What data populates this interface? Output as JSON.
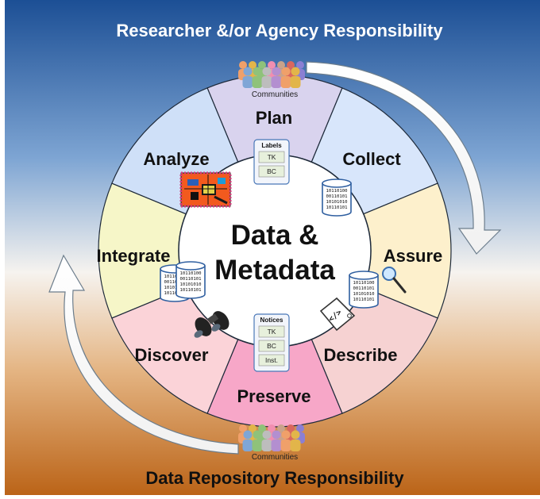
{
  "header": {
    "title": "Researcher &/or Agency Responsibility"
  },
  "footer": {
    "title": "Data Repository Responsibility"
  },
  "center": {
    "line1": "Data &",
    "line2": "Metadata"
  },
  "stages": [
    {
      "label": "Plan",
      "color": "#d9d3ee"
    },
    {
      "label": "Collect",
      "color": "#d8e6fb"
    },
    {
      "label": "Assure",
      "color": "#fdf0cc"
    },
    {
      "label": "Describe",
      "color": "#f6d2d2"
    },
    {
      "label": "Preserve",
      "color": "#f7a7c8"
    },
    {
      "label": "Discover",
      "color": "#fbd3d8"
    },
    {
      "label": "Integrate",
      "color": "#f6f6c8"
    },
    {
      "label": "Analyze",
      "color": "#cfe0f8"
    }
  ],
  "communities_top": "Communities",
  "communities_bottom": "Communities",
  "labels_tag": {
    "header": "Labels",
    "items": [
      "TK",
      "BC"
    ]
  },
  "notices_tag": {
    "header": "Notices",
    "items": [
      "TK",
      "BC",
      "Inst."
    ]
  },
  "binary_rows": [
    "10110100",
    "00110101",
    "10101010",
    "10110101"
  ],
  "describe_tag_text": "</>",
  "colors": {
    "background_top": "#1f5a9f",
    "background_mid": "#f4f2ef",
    "background_bottom": "#c06a1a",
    "wheel_outline": "#1e2a3a",
    "center_fill": "#ffffff"
  }
}
